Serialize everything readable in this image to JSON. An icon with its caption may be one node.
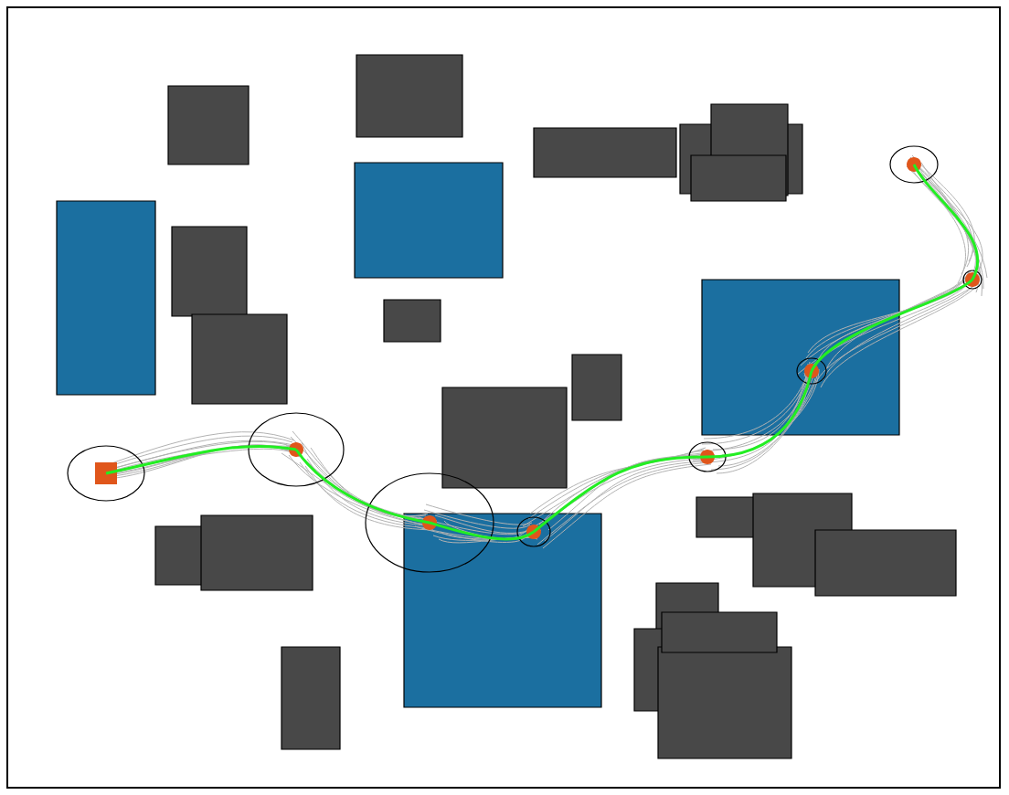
{
  "diagram": {
    "nodes": [
      {
        "text": [],
        "shape": "ellipse"
      },
      {
        "text": [],
        "shape": "ellipse"
      },
      {
        "text": [],
        "shape": "ellipse"
      },
      {
        "text": [],
        "shape": "ellipse"
      },
      {
        "text": [],
        "shape": "ellipse"
      },
      {
        "text": [],
        "shape": "ellipse"
      },
      {
        "text": [],
        "shape": "ellipse"
      },
      {
        "text": [],
        "shape": "ellipse"
      }
    ],
    "edges": [
      {
        "from": 0,
        "to": 1,
        "arrow": "none"
      },
      {
        "from": 1,
        "to": 2,
        "arrow": "none"
      },
      {
        "from": 2,
        "to": 3,
        "arrow": "none"
      },
      {
        "from": 3,
        "to": 4,
        "arrow": "none"
      },
      {
        "from": 4,
        "to": 5,
        "arrow": "none"
      },
      {
        "from": 5,
        "to": 6,
        "arrow": "none"
      },
      {
        "from": 6,
        "to": 7,
        "arrow": "none"
      }
    ]
  }
}
